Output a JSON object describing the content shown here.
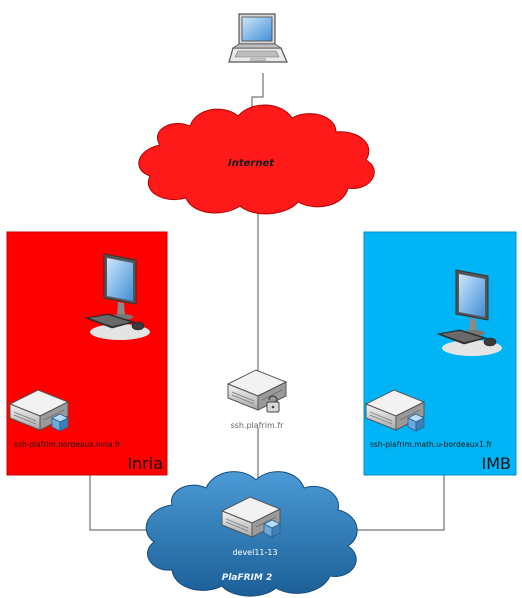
{
  "clouds": {
    "internet": {
      "label": "Internet",
      "fill": "#ff1a1a"
    },
    "plafrim": {
      "label": "PlaFRIM 2",
      "fill": "#2b7fc0"
    }
  },
  "zones": {
    "inria": {
      "label": "Inria",
      "fill": "#ff0000"
    },
    "imb": {
      "label": "IMB",
      "fill": "#00b4f5"
    }
  },
  "servers": {
    "inria": {
      "label": "ssh-plafrim.bordeaux.inria.fr"
    },
    "gateway": {
      "label": "ssh.plafrim.fr"
    },
    "imb": {
      "label": "ssh-plafrim.math.u-bordeaux1.fr"
    },
    "devel": {
      "label": "devel11-13"
    }
  },
  "icons": [
    "laptop-icon",
    "desktop-icon",
    "server-icon",
    "lock-icon",
    "cloud-icon"
  ]
}
